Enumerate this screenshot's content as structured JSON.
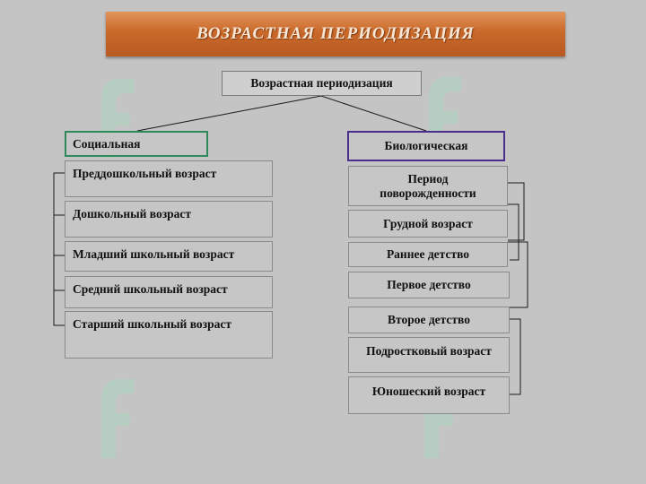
{
  "title": "ВОЗРАСТНАЯ ПЕРИОДИЗАЦИЯ",
  "root": "Возрастная периодизация",
  "social": {
    "heading": "Социальная",
    "items": [
      "Преддошкольный возраст",
      "Дошкольный возраст",
      "Младший школьный возраст",
      "Средний школьный возраст",
      "Старший школьный возраст"
    ]
  },
  "biological": {
    "heading": "Биологическая",
    "items": [
      "Период поворожденности",
      "Грудной возраст",
      "Раннее детство",
      "Первое детство",
      "Второе детство",
      "Подростковый возраст",
      "Юношеский возраст"
    ]
  },
  "colors": {
    "title_bar": "#c9692a",
    "social_border": "#2e8a5a",
    "biological_border": "#4a2f8a",
    "watermark": "#a6dcc0"
  }
}
